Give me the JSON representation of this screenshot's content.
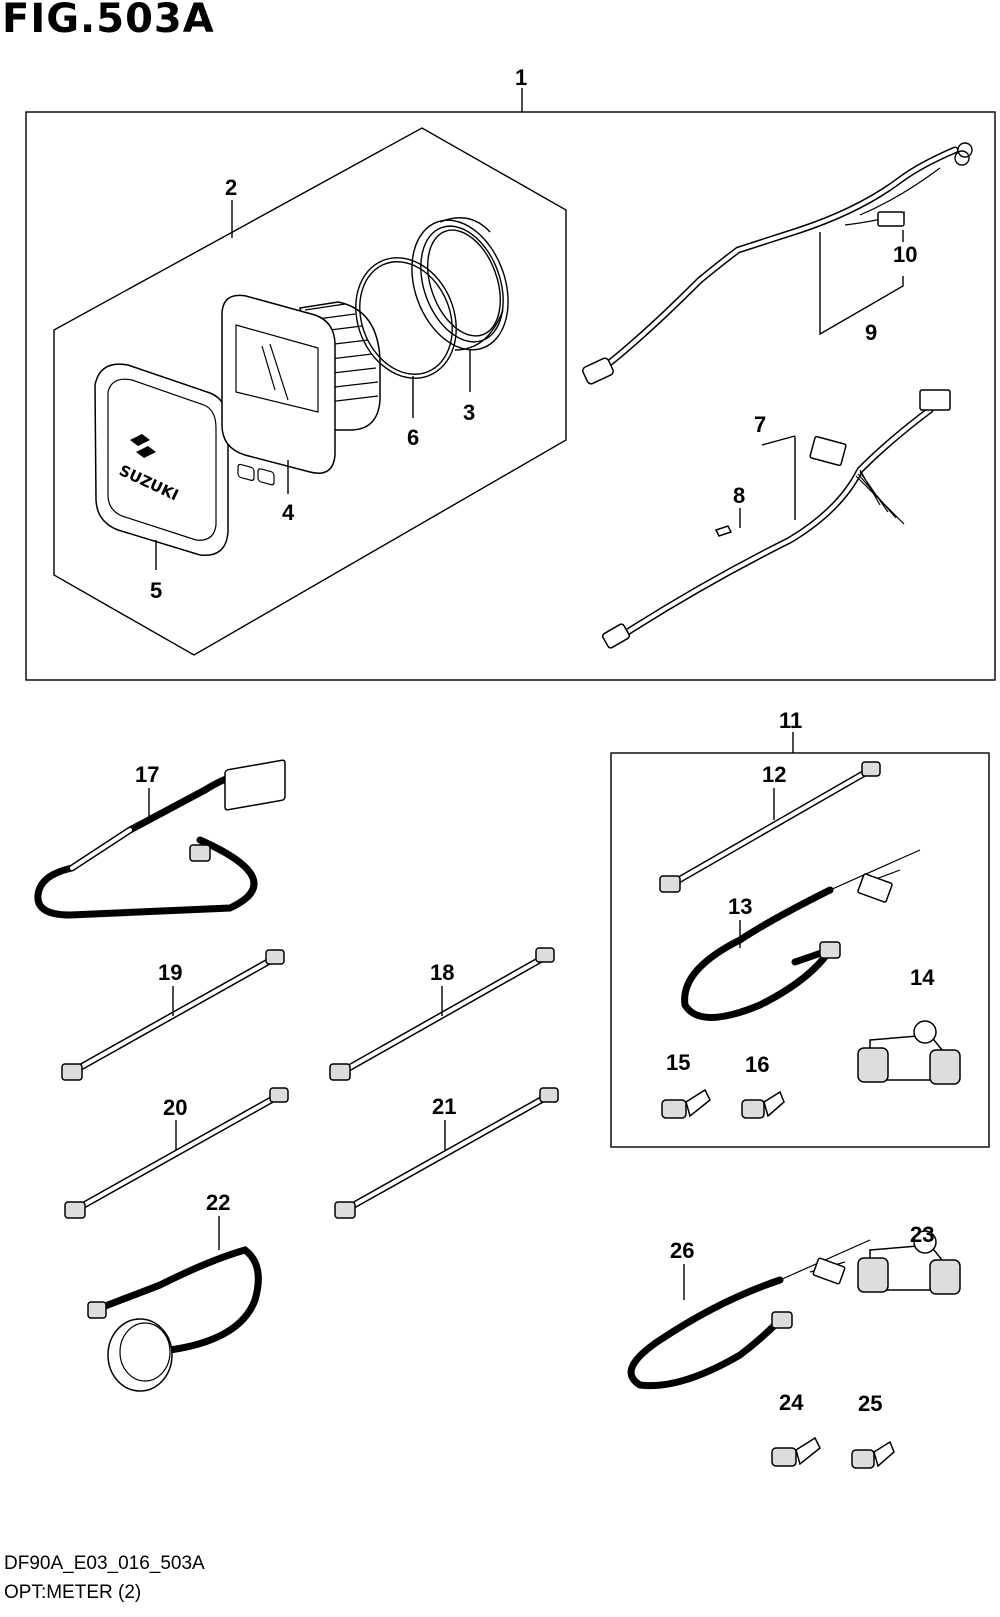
{
  "figure": {
    "title": "FIG.503A",
    "code": "DF90A_E03_016_503A",
    "name": "OPT:METER (2)"
  },
  "meter_logo": "SUZUKI",
  "callouts": [
    "1",
    "2",
    "3",
    "4",
    "5",
    "6",
    "7",
    "8",
    "9",
    "10",
    "11",
    "12",
    "13",
    "14",
    "15",
    "16",
    "17",
    "18",
    "19",
    "20",
    "21",
    "22",
    "23",
    "24",
    "25",
    "26"
  ]
}
